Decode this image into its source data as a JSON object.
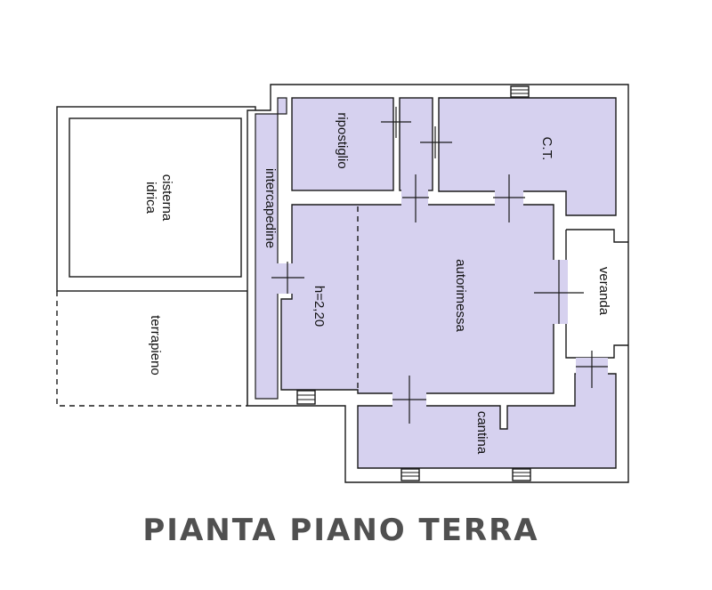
{
  "title": "PIANTA PIANO TERRA",
  "rooms": {
    "cisterna": "cisterna\nidrica",
    "terrapieno": "terrapieno",
    "intercapedine": "intercapedine",
    "ripostiglio": "ripostiglio",
    "ct": "C.T.",
    "autorimessa": "autorimessa",
    "height_note": "h=2,20",
    "veranda": "veranda",
    "cantina": "cantina"
  },
  "colors": {
    "room_fill": "#d6d1ef",
    "wall_stroke": "#1a1a1a",
    "title_color": "#505050"
  }
}
